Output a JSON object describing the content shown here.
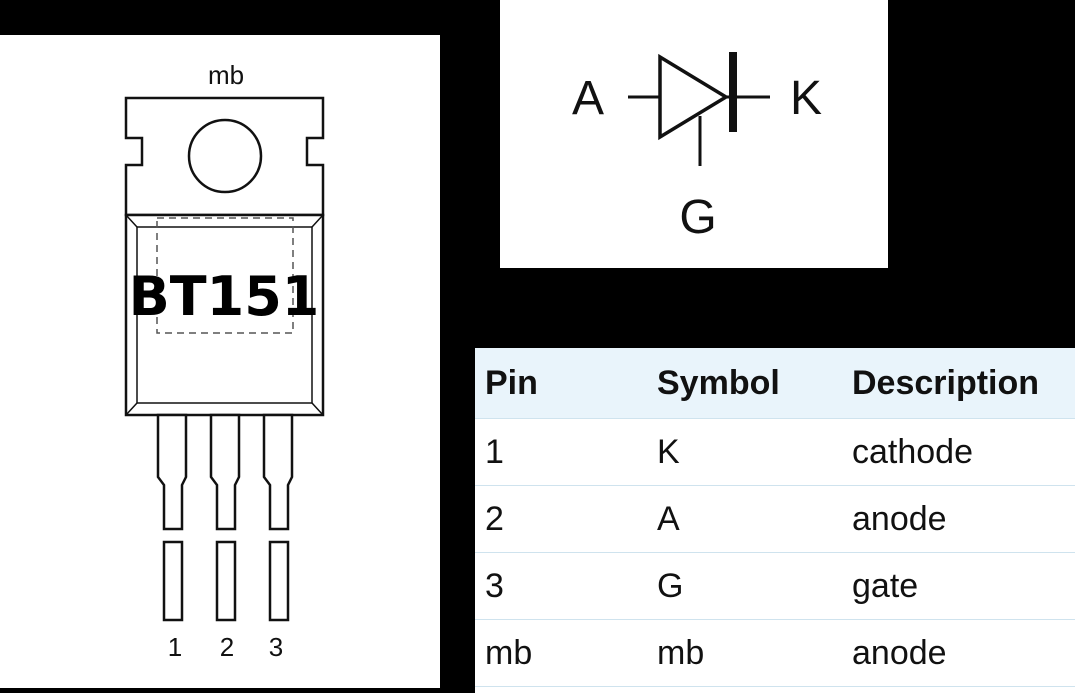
{
  "package": {
    "tab_label": "mb",
    "part_number": "BT151",
    "pin_numbers": [
      "1",
      "2",
      "3"
    ]
  },
  "symbol": {
    "anode_label": "A",
    "cathode_label": "K",
    "gate_label": "G"
  },
  "pin_table": {
    "headers": [
      "Pin",
      "Symbol",
      "Description"
    ],
    "rows": [
      [
        "1",
        "K",
        "cathode"
      ],
      [
        "2",
        "A",
        "anode"
      ],
      [
        "3",
        "G",
        "gate"
      ],
      [
        "mb",
        "mb",
        "anode"
      ]
    ]
  }
}
